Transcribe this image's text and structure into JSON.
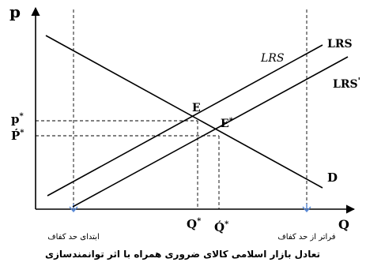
{
  "axes": {
    "y_label": "p",
    "x_label": "Q"
  },
  "curves": {
    "supply_original": "LRS",
    "supply_shifted": "LRS",
    "supply_shifted_prime": "'",
    "supply_annotation": "LRS",
    "demand": "D"
  },
  "points": {
    "original_equilibrium": "E",
    "new_equilibrium": "E",
    "new_equilibrium_superscript": "*"
  },
  "y_ticks": {
    "p_star_base": "p",
    "p_star_sup": "*",
    "p_prime_star_base": "Ṕ",
    "p_prime_star_sup": "*"
  },
  "x_ticks": {
    "q_star_base": "Q",
    "q_star_sup": "*",
    "q_prime_star_base": "Q́",
    "q_prime_star_sup": "*"
  },
  "annotations": {
    "left_marker": "ابتدای حد کفاف",
    "right_marker": "فراتر از حد کفاف"
  },
  "caption": "تعادل بازار اسلامی کالای ضروری همراه با اثر توانمندسازی",
  "colors": {
    "line": "#000000",
    "arrow": "#5b8ad6"
  }
}
